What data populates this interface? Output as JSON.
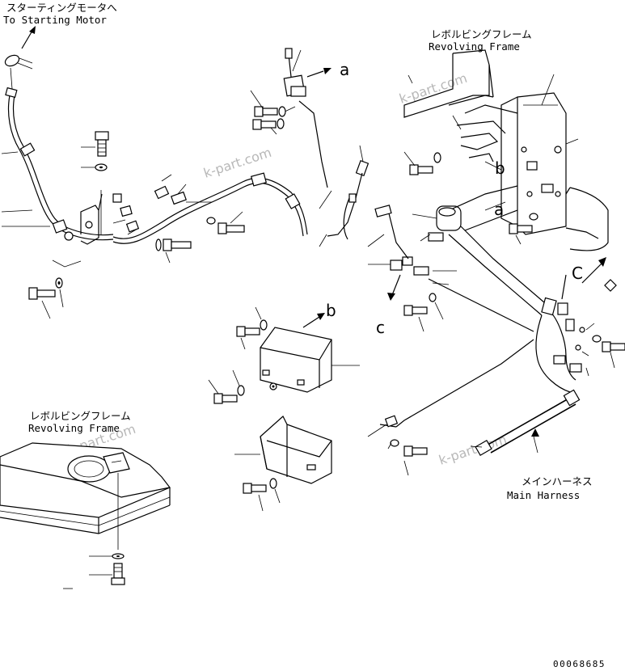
{
  "labels": {
    "starting_motor_jp": "スターティングモータへ",
    "starting_motor_en": "To Starting Motor",
    "revolving_frame_top_jp": "レボルビングフレーム",
    "revolving_frame_top_en": "Revolving Frame",
    "revolving_frame_left_jp": "レボルビングフレーム",
    "revolving_frame_left_en": "Revolving Frame",
    "main_harness_jp": "メインハーネス",
    "main_harness_en": "Main Harness"
  },
  "references": {
    "a_1": "a",
    "a_2": "a",
    "b_1": "b",
    "b_2": "b",
    "c_1": "C",
    "c_2": "c"
  },
  "watermarks": {
    "wm_1": "k-part.com",
    "wm_2": "k-part.com",
    "wm_3": "k-part.com",
    "wm_4": "k-part.com"
  },
  "drawing_code": "00068685"
}
